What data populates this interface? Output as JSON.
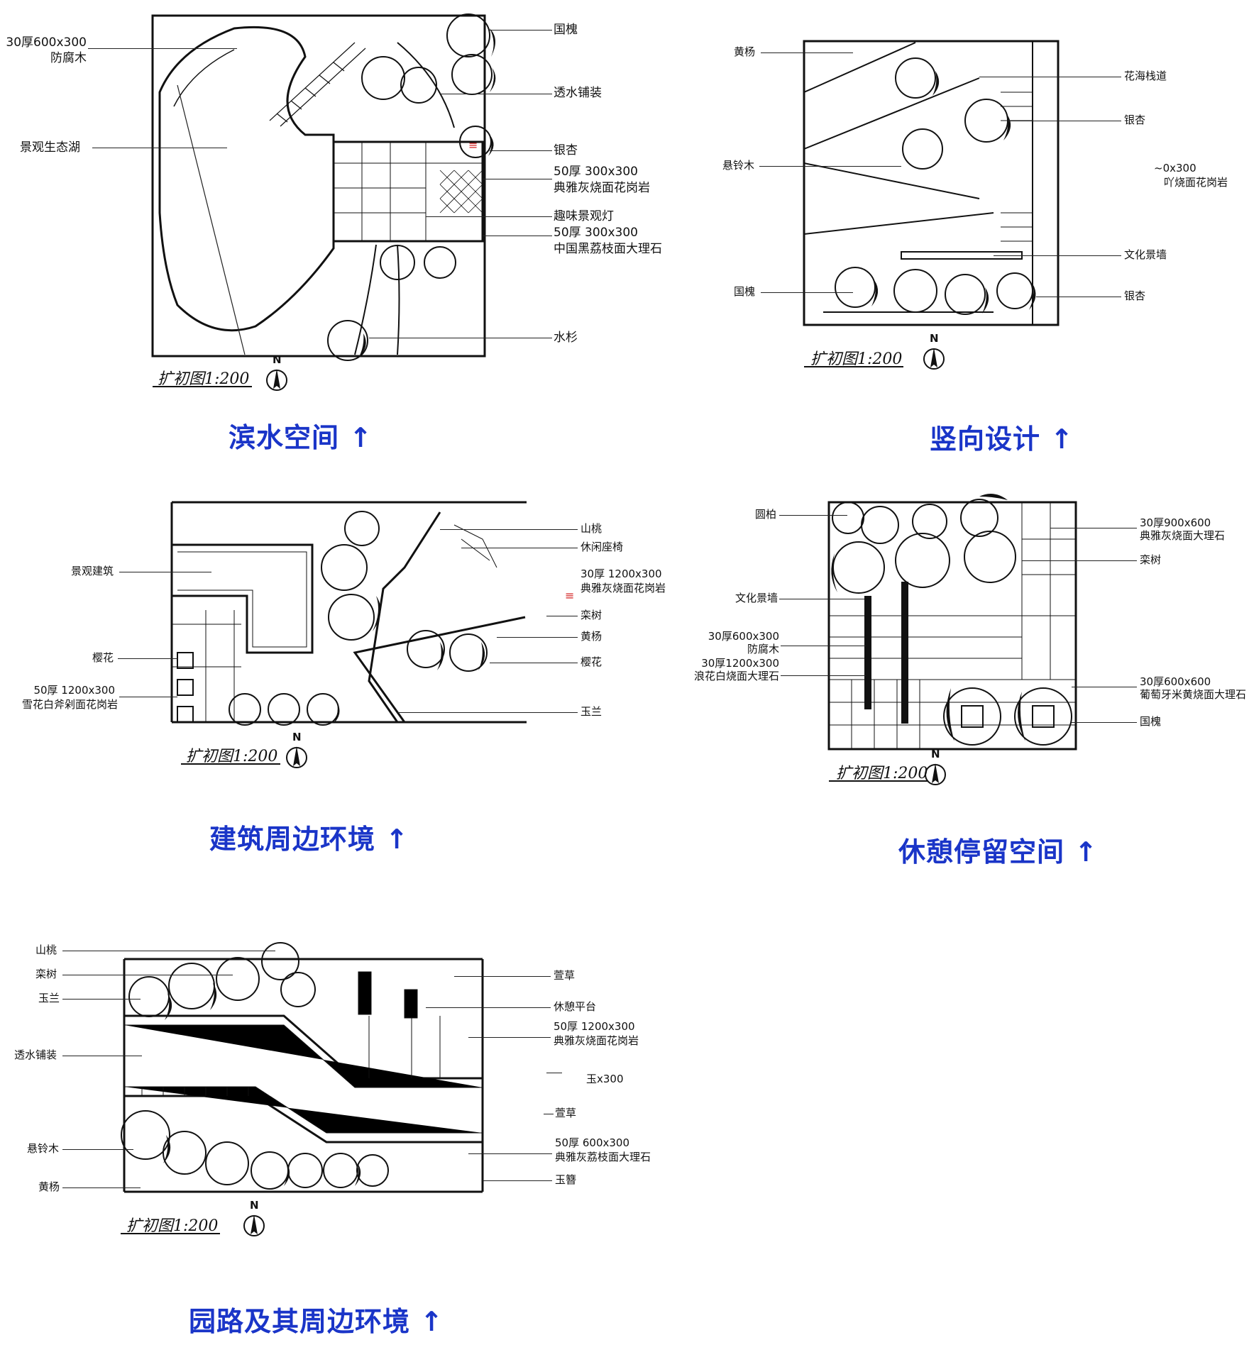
{
  "panels": [
    {
      "caption": "滨水空间 ↑",
      "scale": "扩初图1:200",
      "north": "N",
      "labels": [
        "30厚600x300",
        "防腐木",
        "景观生态湖",
        "国槐",
        "透水铺装",
        "银杏",
        "50厚 300x300",
        "典雅灰烧面花岗岩",
        "趣味景观灯",
        "50厚 300x300",
        "中国黑荔枝面大理石",
        "水杉"
      ]
    },
    {
      "caption": "竖向设计 ↑",
      "scale": "扩初图1:200",
      "north": "N",
      "labels": [
        "黄杨",
        "花海栈道",
        "银杏",
        "悬铃木",
        "~0x300",
        "吖烧面花岗岩",
        "文化景墙",
        "国槐",
        "银杏"
      ]
    },
    {
      "caption": "建筑周边环境 ↑",
      "scale": "扩初图1:200",
      "north": "N",
      "labels": [
        "山桃",
        "休闲座椅",
        "景观建筑",
        "30厚 1200x300",
        "典雅灰烧面花岗岩",
        "栾树",
        "黄杨",
        "樱花",
        "樱花",
        "50厚 1200x300",
        "雪花白斧剁面花岗岩",
        "玉兰"
      ]
    },
    {
      "caption": "休憩停留空间 ↑",
      "scale": "扩初图1:200",
      "north": "N",
      "labels": [
        "圆柏",
        "30厚900x600",
        "典雅灰烧面大理石",
        "栾树",
        "文化景墙",
        "30厚600x300",
        "防腐木",
        "30厚1200x300",
        "浪花白烧面大理石",
        "30厚600x600",
        "葡萄牙米黄烧面大理石",
        "国槐"
      ]
    },
    {
      "caption": "园路及其周边环境 ↑",
      "scale": "扩初图1:200",
      "north": "N",
      "labels": [
        "山桃",
        "栾树",
        "玉兰",
        "萱草",
        "休憩平台",
        "50厚 1200x300",
        "典雅灰烧面花岗岩",
        "透水铺装",
        "玉x300",
        "萱草",
        "悬铃木",
        "50厚 600x300",
        "典雅灰荔枝面大理石",
        "黄杨",
        "玉簪"
      ]
    }
  ],
  "colors": {
    "caption": "#1a35c8",
    "ink": "#111111",
    "accent": "#d21e1e"
  }
}
